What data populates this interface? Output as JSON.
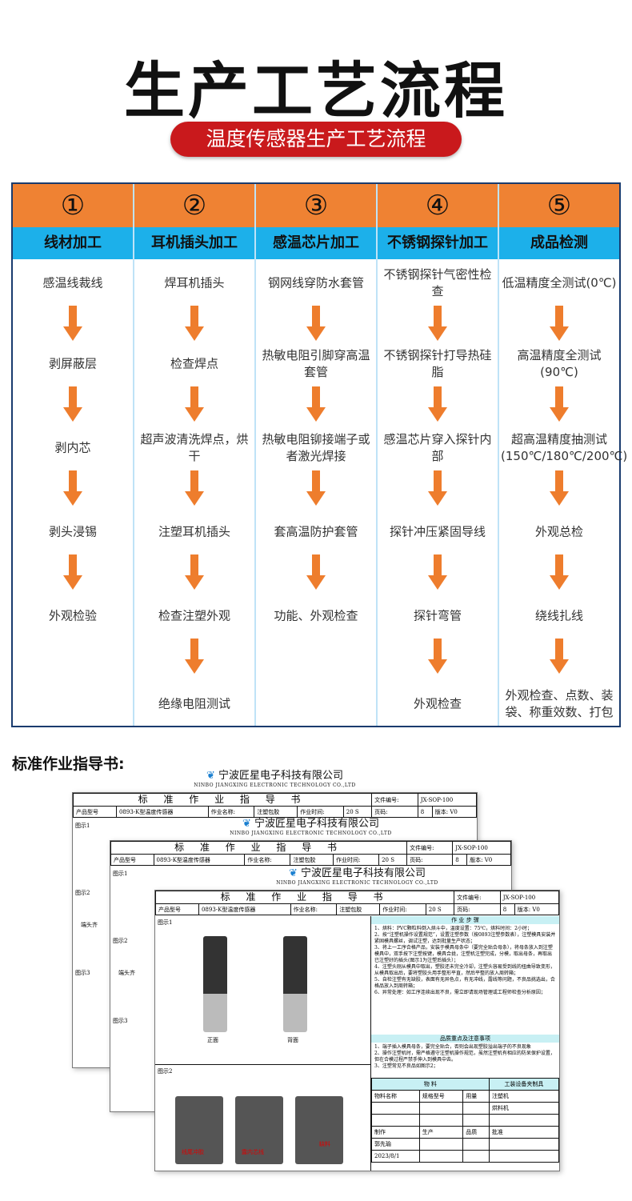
{
  "title": "生产工艺流程",
  "subtitle": "温度传感器生产工艺流程",
  "colors": {
    "orange": "#ef8233",
    "blue": "#1cb0ea",
    "red": "#c9191c",
    "arrow": "#ee7d2d"
  },
  "columns": [
    {
      "num": "①",
      "head": "线材加工",
      "steps": [
        "感温线裁线",
        "剥屏蔽层",
        "剥内芯",
        "剥头浸锡",
        "外观检验"
      ]
    },
    {
      "num": "②",
      "head": "耳机插头加工",
      "steps": [
        "焊耳机插头",
        "检查焊点",
        "超声波清洗焊点，烘干",
        "注塑耳机插头",
        "检查注塑外观",
        "绝缘电阻测试"
      ]
    },
    {
      "num": "③",
      "head": "感温芯片加工",
      "steps": [
        "钢网线穿防水套管",
        "热敏电阻引脚穿高温套管",
        "热敏电阻铆接端子或者激光焊接",
        "套高温防护套管",
        "功能、外观检查"
      ]
    },
    {
      "num": "④",
      "head": "不锈钢探针加工",
      "steps": [
        "不锈钢探针气密性检查",
        "不锈钢探针打导热硅脂",
        "感温芯片穿入探针内部",
        "探针冲压紧固导线",
        "探针弯管",
        "外观检查"
      ]
    },
    {
      "num": "⑤",
      "head": "成品检测",
      "steps": [
        "低温精度全测试(0℃)",
        "高温精度全测试(90℃)",
        "超高温精度抽测试(150℃/180℃/200℃)",
        "外观总检",
        "绕线扎线",
        "外观检查、点数、装袋、称重效数、打包"
      ]
    }
  ],
  "sop_label": "标准作业指导书:",
  "sop": {
    "company": "宁波匠星电子科技有限公司",
    "company_en": "NINBO JIANGXING ELECTRONIC TECHNOLOGY CO.,LTD",
    "doc_title": "标 准 作 业 指 导 书",
    "file_no_label": "文件编号:",
    "file_no": "JX-SOP-100",
    "product_label": "产品型号",
    "product": "0893-K型温度传感器",
    "job_label": "作业名称:",
    "job": "注塑包胶",
    "time_label": "作业时间:",
    "time": "20 S",
    "page_label": "页码:",
    "page": "8",
    "ver_label": "版本:",
    "ver": "V0",
    "fig1": "图示1",
    "fig2": "图示2",
    "fig3": "图示3",
    "front": "正面",
    "back": "背面",
    "steps_title": "作 业 步 骤",
    "steps": "1、烘料：PVC颗粒料倒入烘斗中，温度设置：75℃，烘料时间：2小时；\n2、按“注塑机操作设置规范”，设置注塑参数（按0893注塑参数表），注塑模具安装并紧固模具螺丝，调试注塑，达到批量生产状态；\n3、将上一工序合格产品，安装于模具母条中（要完全贴合母条），将母条放入到注塑模具中，双手按下注塑按键，模具合拢，注塑机注塑完成，分模，取出母条，再取出已注塑好的插头(图示1为注塑后插头）；\n4、注塑头刚从模具中取出，塑胶还未完全冷却，注塑头容易受到线的扭曲导致变形，从模具取出后，要将塑胶头用手整形平直，然后平整的放入周转箱；\n5、自检注塑有无缺胶，表面有无异色点，有无冲线，露线等问题，不良品挑选出，合格品放入到周转箱；\n6、异常处理：如工序连续出现不良，需立即请现场管理或工程师检查分析原因；",
    "quality_title": "品质重点及注意事项",
    "quality": "1、端子插入模具母条，要完全贴合，否则会出现塑胶溢出端子的不良现象\n2、操作注塑机时，需严格遵守注塑机操作规范，虽然注塑机有相应的防呆保护设置，但在合模过程严禁手伸入到模具中去。\n3、注塑常见不良品如图示2；",
    "material_title": "物 料",
    "mat_cols": [
      "物料名称",
      "规格型号",
      "用量"
    ],
    "tool_title": "工装设备夹制具",
    "tools": [
      "注塑机",
      "烘料机"
    ],
    "sign": [
      "制作",
      "生产",
      "品质",
      "批准"
    ],
    "maker": "郭先瑜",
    "date": "2023/8/1",
    "defects": [
      "线尾冲胶",
      "露内芯线",
      "缺料"
    ],
    "back_partial": "端头齐"
  }
}
